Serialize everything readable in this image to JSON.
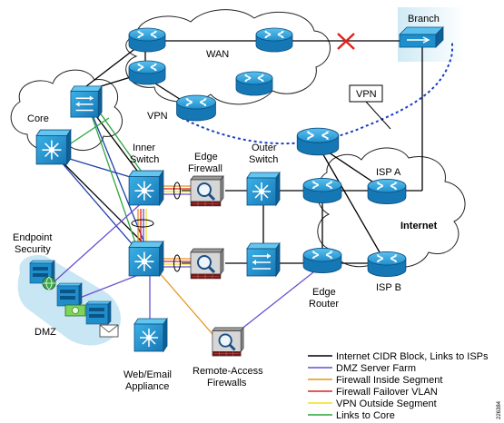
{
  "labels": {
    "branch": "Branch",
    "wan": "WAN",
    "core": "Core",
    "vpn": "VPN",
    "vpn_callout": "VPN",
    "inner_switch_1": "Inner",
    "inner_switch_2": "Switch",
    "edge_firewall_1": "Edge",
    "edge_firewall_2": "Firewall",
    "outer_switch_1": "Outer",
    "outer_switch_2": "Switch",
    "isp_a": "ISP A",
    "internet": "Internet",
    "isp_b": "ISP B",
    "endpoint_security_1": "Endpoint",
    "endpoint_security_2": "Security",
    "dmz": "DMZ",
    "edge_router_1": "Edge",
    "edge_router_2": "Router",
    "web_email_1": "Web/Email",
    "web_email_2": "Appliance",
    "remote_access_1": "Remote-Access",
    "remote_access_2": "Firewalls",
    "figure_id": "226384"
  },
  "legend": [
    {
      "label": "Internet CIDR Block, Links to ISPs",
      "color": "#000000"
    },
    {
      "label": "DMZ Server Farm",
      "color": "#6a4fd1"
    },
    {
      "label": "Firewall Inside Segment",
      "color": "#e8921a"
    },
    {
      "label": "Firewall Failover VLAN",
      "color": "#e0201c"
    },
    {
      "label": "VPN Outside Segment",
      "color": "#f2e21a"
    },
    {
      "label": "Links to Core",
      "color": "#2aa63a"
    }
  ],
  "colors": {
    "device": "#1e9ad6",
    "link_blue": "#1f3fa8",
    "vpn_tunnel": "#1b3fc4",
    "wan_failure": "#e0201c"
  },
  "icons": {
    "failure_mark": "x-mark-icon",
    "firewall": "firewall-icon",
    "router": "router-icon",
    "switch": "switch-icon",
    "server": "server-icon"
  }
}
